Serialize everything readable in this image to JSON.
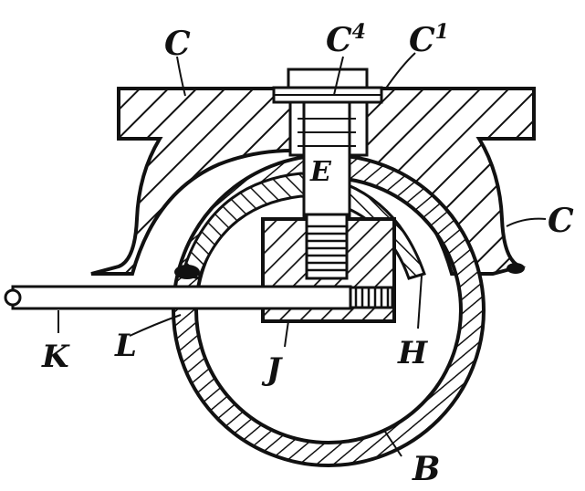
{
  "figure": {
    "labels": {
      "C_top": "C",
      "C4": "C",
      "C4_sup": "4",
      "C1": "C",
      "C1_sup": "1",
      "C_right": "C",
      "E": "E",
      "H": "H",
      "J": "J",
      "K": "K",
      "L": "L",
      "B": "B"
    },
    "colors": {
      "ink": "#111111",
      "paper": "#ffffff"
    }
  }
}
